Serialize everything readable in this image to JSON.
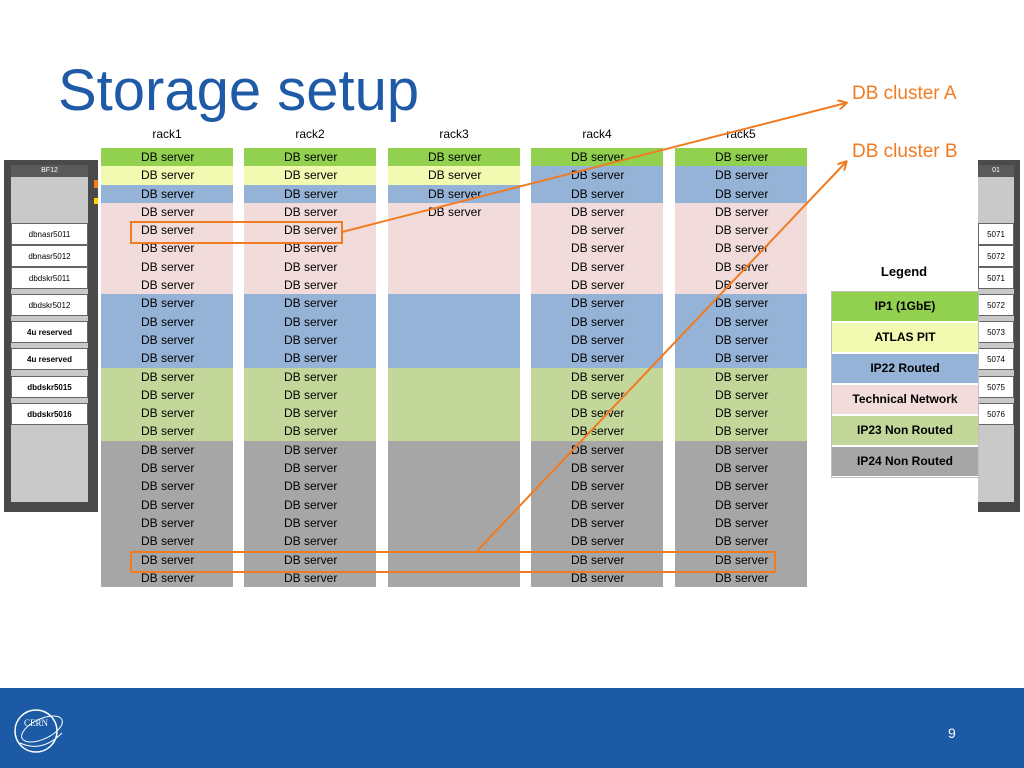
{
  "slide": {
    "title": "Storage setup",
    "page_number": "9"
  },
  "annotations": {
    "cluster_a": "DB cluster A",
    "cluster_b": "DB cluster B"
  },
  "background_rack_left": {
    "header": "BF12",
    "labels": [
      "dbnasr5011",
      "dbnasr5012",
      "dbdskr5011",
      "dbdskr5012",
      "4u reserved",
      "4u reserved",
      "dbdskr5015",
      "dbdskr5016"
    ]
  },
  "background_rack_right": {
    "header": "01",
    "labels": [
      "5071",
      "5072",
      "5071",
      "5072",
      "5073",
      "5074",
      "5075",
      "5076"
    ]
  },
  "racks": [
    {
      "name": "rack1",
      "cells": [
        {
          "t": "DB server",
          "c": "ip1"
        },
        {
          "t": "DB server",
          "c": "atlas"
        },
        {
          "t": "DB server",
          "c": "ip22"
        },
        {
          "t": "DB server",
          "c": "tech"
        },
        {
          "t": "DB server",
          "c": "tech"
        },
        {
          "t": "DB server",
          "c": "tech"
        },
        {
          "t": "DB server",
          "c": "tech"
        },
        {
          "t": "DB server",
          "c": "tech"
        },
        {
          "t": "DB server",
          "c": "ip22"
        },
        {
          "t": "DB server",
          "c": "ip22"
        },
        {
          "t": "DB server",
          "c": "ip22"
        },
        {
          "t": "DB server",
          "c": "ip22"
        },
        {
          "t": "DB server",
          "c": "ip23"
        },
        {
          "t": "DB server",
          "c": "ip23"
        },
        {
          "t": "DB server",
          "c": "ip23"
        },
        {
          "t": "DB server",
          "c": "ip23"
        },
        {
          "t": "DB server",
          "c": "ip24"
        },
        {
          "t": "DB server",
          "c": "ip24"
        },
        {
          "t": "DB server",
          "c": "ip24"
        },
        {
          "t": "DB server",
          "c": "ip24"
        },
        {
          "t": "DB server",
          "c": "ip24"
        },
        {
          "t": "DB server",
          "c": "ip24"
        },
        {
          "t": "DB server",
          "c": "ip24"
        },
        {
          "t": "DB server",
          "c": "ip24"
        }
      ]
    },
    {
      "name": "rack2",
      "cells": [
        {
          "t": "DB server",
          "c": "ip1"
        },
        {
          "t": "DB server",
          "c": "atlas"
        },
        {
          "t": "DB server",
          "c": "ip22"
        },
        {
          "t": "DB server",
          "c": "tech"
        },
        {
          "t": "DB server",
          "c": "tech"
        },
        {
          "t": "DB server",
          "c": "tech"
        },
        {
          "t": "DB server",
          "c": "tech"
        },
        {
          "t": "DB server",
          "c": "tech"
        },
        {
          "t": "DB server",
          "c": "ip22"
        },
        {
          "t": "DB server",
          "c": "ip22"
        },
        {
          "t": "DB server",
          "c": "ip22"
        },
        {
          "t": "DB server",
          "c": "ip22"
        },
        {
          "t": "DB server",
          "c": "ip23"
        },
        {
          "t": "DB server",
          "c": "ip23"
        },
        {
          "t": "DB server",
          "c": "ip23"
        },
        {
          "t": "DB server",
          "c": "ip23"
        },
        {
          "t": "DB server",
          "c": "ip24"
        },
        {
          "t": "DB server",
          "c": "ip24"
        },
        {
          "t": "DB server",
          "c": "ip24"
        },
        {
          "t": "DB server",
          "c": "ip24"
        },
        {
          "t": "DB server",
          "c": "ip24"
        },
        {
          "t": "DB server",
          "c": "ip24"
        },
        {
          "t": "DB server",
          "c": "ip24"
        },
        {
          "t": "DB server",
          "c": "ip24"
        }
      ]
    },
    {
      "name": "rack3",
      "cells": [
        {
          "t": "DB server",
          "c": "ip1"
        },
        {
          "t": "DB server",
          "c": "atlas"
        },
        {
          "t": "DB server",
          "c": "ip22"
        },
        {
          "t": "DB server",
          "c": "tech"
        },
        {
          "t": "",
          "c": "tech"
        },
        {
          "t": "",
          "c": "tech"
        },
        {
          "t": "",
          "c": "tech"
        },
        {
          "t": "",
          "c": "tech"
        },
        {
          "t": "",
          "c": "ip22"
        },
        {
          "t": "",
          "c": "ip22"
        },
        {
          "t": "",
          "c": "ip22"
        },
        {
          "t": "",
          "c": "ip22"
        },
        {
          "t": "",
          "c": "ip23"
        },
        {
          "t": "",
          "c": "ip23"
        },
        {
          "t": "",
          "c": "ip23"
        },
        {
          "t": "",
          "c": "ip23"
        },
        {
          "t": "",
          "c": "ip24"
        },
        {
          "t": "",
          "c": "ip24"
        },
        {
          "t": "",
          "c": "ip24"
        },
        {
          "t": "",
          "c": "ip24"
        },
        {
          "t": "",
          "c": "ip24"
        },
        {
          "t": "",
          "c": "ip24"
        },
        {
          "t": "",
          "c": "ip24"
        },
        {
          "t": "",
          "c": "ip24"
        }
      ]
    },
    {
      "name": "rack4",
      "cells": [
        {
          "t": "DB server",
          "c": "ip1"
        },
        {
          "t": "DB server",
          "c": "ip22"
        },
        {
          "t": "DB server",
          "c": "ip22"
        },
        {
          "t": "DB server",
          "c": "tech"
        },
        {
          "t": "DB server",
          "c": "tech"
        },
        {
          "t": "DB server",
          "c": "tech"
        },
        {
          "t": "DB server",
          "c": "tech"
        },
        {
          "t": "DB server",
          "c": "tech"
        },
        {
          "t": "DB server",
          "c": "ip22"
        },
        {
          "t": "DB server",
          "c": "ip22"
        },
        {
          "t": "DB server",
          "c": "ip22"
        },
        {
          "t": "DB server",
          "c": "ip22"
        },
        {
          "t": "DB server",
          "c": "ip23"
        },
        {
          "t": "DB server",
          "c": "ip23"
        },
        {
          "t": "DB server",
          "c": "ip23"
        },
        {
          "t": "DB server",
          "c": "ip23"
        },
        {
          "t": "DB server",
          "c": "ip24"
        },
        {
          "t": "DB server",
          "c": "ip24"
        },
        {
          "t": "DB server",
          "c": "ip24"
        },
        {
          "t": "DB server",
          "c": "ip24"
        },
        {
          "t": "DB server",
          "c": "ip24"
        },
        {
          "t": "DB server",
          "c": "ip24"
        },
        {
          "t": "DB server",
          "c": "ip24"
        },
        {
          "t": "DB server",
          "c": "ip24"
        }
      ]
    },
    {
      "name": "rack5",
      "cells": [
        {
          "t": "DB server",
          "c": "ip1"
        },
        {
          "t": "DB server",
          "c": "ip22"
        },
        {
          "t": "DB server",
          "c": "ip22"
        },
        {
          "t": "DB server",
          "c": "tech"
        },
        {
          "t": "DB server",
          "c": "tech"
        },
        {
          "t": "DB server",
          "c": "tech"
        },
        {
          "t": "DB server",
          "c": "tech"
        },
        {
          "t": "DB server",
          "c": "tech"
        },
        {
          "t": "DB server",
          "c": "ip22"
        },
        {
          "t": "DB server",
          "c": "ip22"
        },
        {
          "t": "DB server",
          "c": "ip22"
        },
        {
          "t": "DB server",
          "c": "ip22"
        },
        {
          "t": "DB server",
          "c": "ip23"
        },
        {
          "t": "DB server",
          "c": "ip23"
        },
        {
          "t": "DB server",
          "c": "ip23"
        },
        {
          "t": "DB server",
          "c": "ip23"
        },
        {
          "t": "DB server",
          "c": "ip24"
        },
        {
          "t": "DB server",
          "c": "ip24"
        },
        {
          "t": "DB server",
          "c": "ip24"
        },
        {
          "t": "DB server",
          "c": "ip24"
        },
        {
          "t": "DB server",
          "c": "ip24"
        },
        {
          "t": "DB server",
          "c": "ip24"
        },
        {
          "t": "DB server",
          "c": "ip24"
        },
        {
          "t": "DB server",
          "c": "ip24"
        }
      ]
    }
  ],
  "legend": {
    "title": "Legend",
    "items": [
      {
        "label": "IP1 (1GbE)",
        "c": "ip1"
      },
      {
        "label": "ATLAS PIT",
        "c": "atlas"
      },
      {
        "label": "IP22 Routed",
        "c": "ip22"
      },
      {
        "label": "Technical Network",
        "c": "tech"
      },
      {
        "label": "IP23 Non Routed",
        "c": "ip23"
      },
      {
        "label": "IP24 Non Routed",
        "c": "ip24"
      }
    ]
  },
  "colors": {
    "ip1": "#92d050",
    "atlas": "#f2f9b1",
    "ip22": "#95b3d7",
    "tech": "#f2dcdb",
    "ip23": "#c4d79b",
    "ip24": "#a6a6a6",
    "annotation": "#f07b21",
    "title": "#1f5aa6",
    "footer": "#1c5aa6"
  },
  "footer": {
    "logo_text": "CERN"
  }
}
